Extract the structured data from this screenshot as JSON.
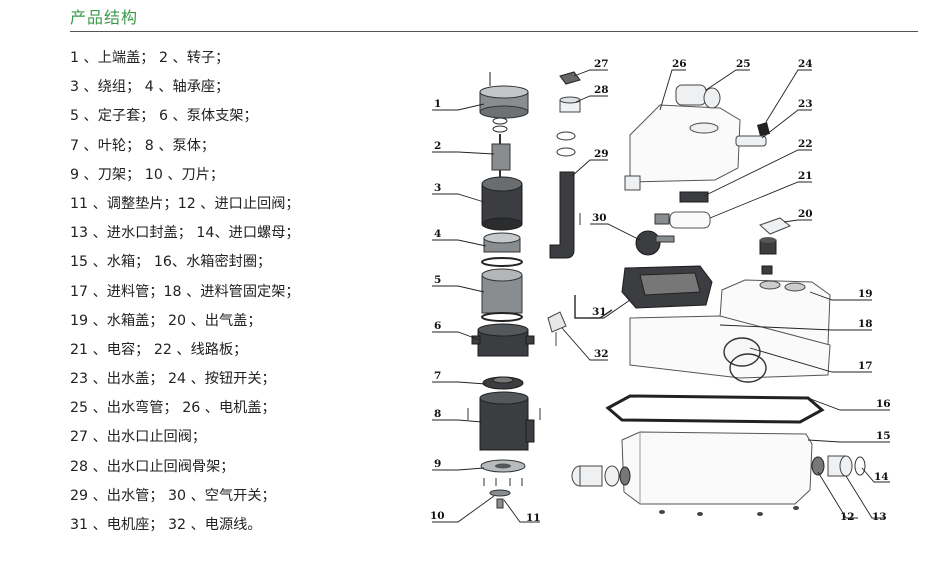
{
  "title": "产品结构",
  "parts": [
    "1 、上端盖； 2 、转子；",
    "3 、绕组； 4 、轴承座；",
    "5 、定子套； 6 、泵体支架；",
    "7 、叶轮； 8 、泵体；",
    "9 、刀架； 10 、刀片；",
    "11 、调整垫片；12 、进口止回阀；",
    "13 、进水口封盖； 14、进口螺母；",
    "15 、水箱； 16、水箱密封圈；",
    "17 、进料管；18 、进料管固定架；",
    "19 、水箱盖； 20 、出气盖；",
    "21 、电容； 22 、线路板；",
    "23 、出水盖； 24 、按钮开关；",
    "25 、出水弯管； 26 、电机盖；",
    "27 、出水口止回阀；",
    "28 、出水口止回阀骨架；",
    "29 、出水管； 30 、空气开关；",
    "31 、电机座； 32 、电源线。"
  ],
  "callouts": [
    "1",
    "2",
    "3",
    "4",
    "5",
    "6",
    "7",
    "8",
    "9",
    "10",
    "11",
    "12",
    "13",
    "14",
    "15",
    "16",
    "17",
    "18",
    "19",
    "20",
    "21",
    "22",
    "23",
    "24",
    "25",
    "26",
    "27",
    "28",
    "29",
    "30",
    "31",
    "32"
  ]
}
